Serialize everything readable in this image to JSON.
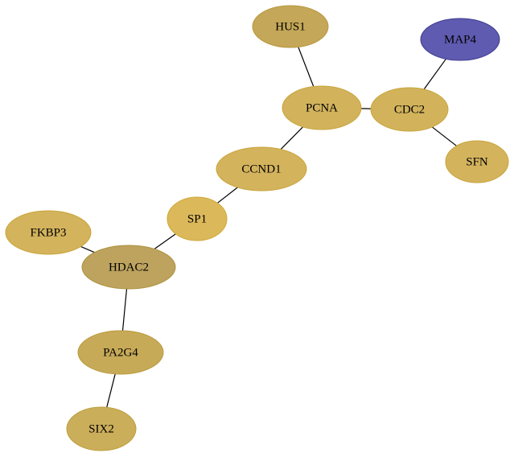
{
  "graph": {
    "nodes": [
      {
        "id": "HUS1",
        "label": "HUS1",
        "fill": "#c4a758",
        "stroke": "#b8983e"
      },
      {
        "id": "MAP4",
        "label": "MAP4",
        "fill": "#5f5bb0",
        "stroke": "#3f3b8f"
      },
      {
        "id": "PCNA",
        "label": "PCNA",
        "fill": "#d2b35c",
        "stroke": "#c9a53a"
      },
      {
        "id": "CDC2",
        "label": "CDC2",
        "fill": "#d2b35c",
        "stroke": "#c9a53a"
      },
      {
        "id": "SFN",
        "label": "SFN",
        "fill": "#d4b35d",
        "stroke": "#c9a53a"
      },
      {
        "id": "CCND1",
        "label": "CCND1",
        "fill": "#d4b35d",
        "stroke": "#c9a53a"
      },
      {
        "id": "SP1",
        "label": "SP1",
        "fill": "#dbb85a",
        "stroke": "#cfa938"
      },
      {
        "id": "FKBP3",
        "label": "FKBP3",
        "fill": "#d3b35c",
        "stroke": "#c9a53a"
      },
      {
        "id": "HDAC2",
        "label": "HDAC2",
        "fill": "#bda35e",
        "stroke": "#ad923f"
      },
      {
        "id": "PA2G4",
        "label": "PA2G4",
        "fill": "#c7aa58",
        "stroke": "#ba9a3d"
      },
      {
        "id": "SIX2",
        "label": "SIX2",
        "fill": "#cbae5a",
        "stroke": "#bd9e3c"
      }
    ],
    "edges": [
      {
        "from": "HUS1",
        "to": "PCNA"
      },
      {
        "from": "PCNA",
        "to": "CDC2"
      },
      {
        "from": "CDC2",
        "to": "MAP4"
      },
      {
        "from": "CDC2",
        "to": "SFN"
      },
      {
        "from": "PCNA",
        "to": "CCND1"
      },
      {
        "from": "CCND1",
        "to": "SP1"
      },
      {
        "from": "SP1",
        "to": "HDAC2"
      },
      {
        "from": "FKBP3",
        "to": "HDAC2"
      },
      {
        "from": "HDAC2",
        "to": "PA2G4"
      },
      {
        "from": "PA2G4",
        "to": "SIX2"
      }
    ]
  }
}
